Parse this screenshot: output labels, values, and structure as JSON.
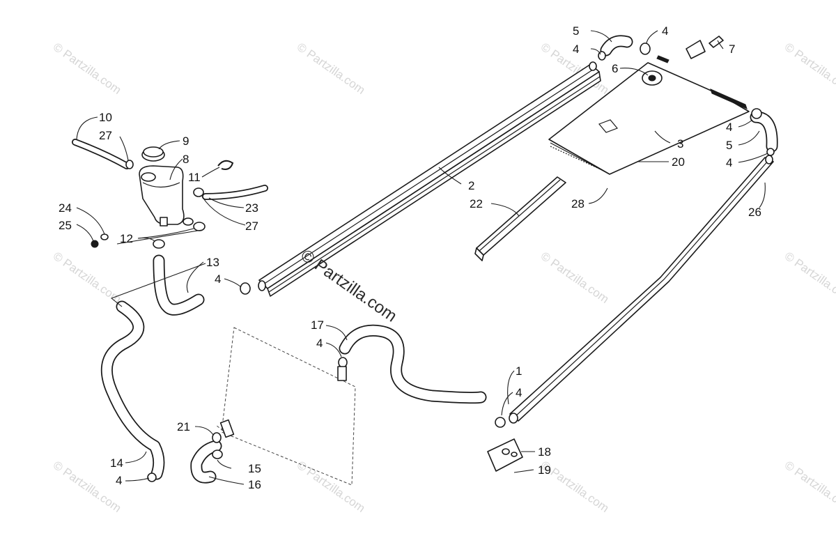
{
  "watermark": {
    "small_text": "© Partzilla.com",
    "center_text": "© Partzilla.com"
  },
  "callouts": {
    "c1": "1",
    "c2": "2",
    "c3": "3",
    "c4a": "4",
    "c4b": "4",
    "c4c": "4",
    "c4d": "4",
    "c4e": "4",
    "c4f": "4",
    "c4g": "4",
    "c4h": "4",
    "c5a": "5",
    "c5b": "5",
    "c6": "6",
    "c7": "7",
    "c8": "8",
    "c9": "9",
    "c10": "10",
    "c11": "11",
    "c12": "12",
    "c13": "13",
    "c14": "14",
    "c15": "15",
    "c16": "16",
    "c17": "17",
    "c18": "18",
    "c19": "19",
    "c20": "20",
    "c21": "21",
    "c22": "22",
    "c23": "23",
    "c24": "24",
    "c25": "25",
    "c26": "26",
    "c27a": "27",
    "c27b": "27",
    "c28": "28"
  }
}
